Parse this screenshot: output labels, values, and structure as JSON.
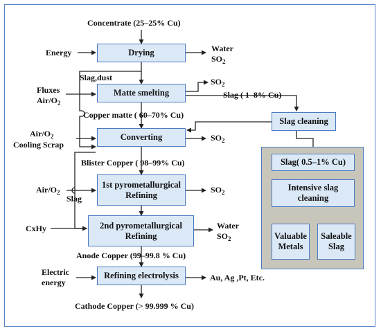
{
  "labels": {
    "concentrate": "Concentrate (25–25% Cu)",
    "energy": "Energy",
    "water_top": "Water",
    "so2_top": "SO",
    "slag_dust": "Slag,dust",
    "fluxes": "Fluxes",
    "air_o2_1": "Air/O",
    "so2_smelt": "SO",
    "slag_smelt": "Slag ( 1–8% Cu)",
    "copper_matte": "Copper matte ( 60–70% Cu)",
    "air_o2_2": "Air/O",
    "cooling_scrap": "Cooling Scrap",
    "so2_conv": "SO",
    "blister": "Blister Copper ( 98–99% Cu)",
    "air_o2_3": "Air/O",
    "slag_left": "Slag",
    "so2_ref1": "SO",
    "cxhy": "CxHy",
    "water_ref2": "Water",
    "so2_ref2": "SO",
    "anode": "Anode Copper (99–99.8 % Cu)",
    "electric": "Electric",
    "energy2": "energy",
    "metals": "Au, Ag ,Pt, Etc.",
    "cathode": "Cathode Copper (> 99.999 % Cu)",
    "sub2": "2"
  },
  "boxes": {
    "drying": "Drying",
    "matte": "Matte smelting",
    "converting": "Converting",
    "ref1_l1": "1st pyrometallurgical",
    "ref1_l2": "Refining",
    "ref2_l1": "2nd pyrometallurgical",
    "ref2_l2": "Refining",
    "electrolysis": "Refining electrolysis",
    "slag_cleaning": "Slag cleaning",
    "slag_grade": "Slag( 0.5–1% Cu)",
    "intensive_l1": "Intensive slag",
    "intensive_l2": "cleaning",
    "valuable_l1": "Valuable",
    "valuable_l2": "Metals",
    "saleable_l1": "Saleable",
    "saleable_l2": "Slag"
  },
  "colors": {
    "border": "#4a7ac2",
    "box_fill": "#dbe8f6",
    "panel_fill": "#c8c5bb",
    "line": "#222222"
  }
}
